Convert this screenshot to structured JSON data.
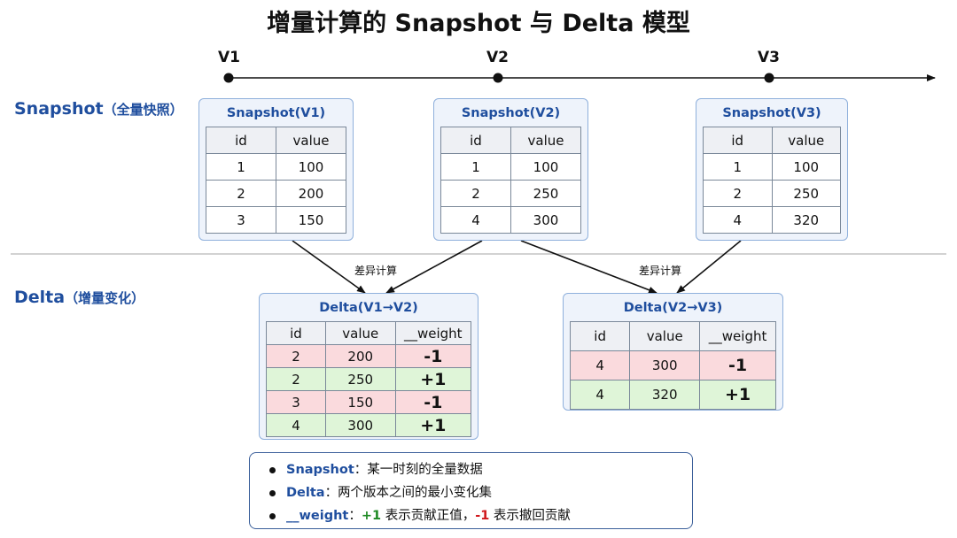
{
  "title": "增量计算的 Snapshot 与 Delta 模型",
  "timeline": [
    "V1",
    "V2",
    "V3"
  ],
  "sections": {
    "snapshot": {
      "name": "Snapshot",
      "sub": "（全量快照）"
    },
    "delta": {
      "name": "Delta",
      "sub": "（增量变化）"
    }
  },
  "diff_label": "差异计算",
  "snapshots": [
    {
      "title": "Snapshot(V1)",
      "headers": [
        "id",
        "value"
      ],
      "rows": [
        [
          "1",
          "100"
        ],
        [
          "2",
          "200"
        ],
        [
          "3",
          "150"
        ]
      ]
    },
    {
      "title": "Snapshot(V2)",
      "headers": [
        "id",
        "value"
      ],
      "rows": [
        [
          "1",
          "100"
        ],
        [
          "2",
          "250"
        ],
        [
          "4",
          "300"
        ]
      ]
    },
    {
      "title": "Snapshot(V3)",
      "headers": [
        "id",
        "value"
      ],
      "rows": [
        [
          "1",
          "100"
        ],
        [
          "2",
          "250"
        ],
        [
          "4",
          "320"
        ]
      ]
    }
  ],
  "deltas": [
    {
      "title": "Delta(V1→V2)",
      "headers": [
        "id",
        "value",
        "__weight"
      ],
      "rows": [
        [
          "2",
          "200",
          "-1"
        ],
        [
          "2",
          "250",
          "+1"
        ],
        [
          "3",
          "150",
          "-1"
        ],
        [
          "4",
          "300",
          "+1"
        ]
      ]
    },
    {
      "title": "Delta(V2→V3)",
      "headers": [
        "id",
        "value",
        "__weight"
      ],
      "rows": [
        [
          "4",
          "300",
          "-1"
        ],
        [
          "4",
          "320",
          "+1"
        ]
      ]
    }
  ],
  "notes": {
    "snapshot_term": "Snapshot",
    "snapshot_desc": "：某一时刻的全量数据",
    "delta_term": "Delta",
    "delta_desc": "：两个版本之间的最小变化集",
    "weight_term": "__weight",
    "weight_sep": "：",
    "plus": "+1",
    "plus_desc": " 表示贡献正值，",
    "minus": "-1",
    "minus_desc": " 表示撤回贡献"
  },
  "colors": {
    "accent_blue": "#1f4e9e",
    "card_bg": "#eef3fb",
    "card_border": "#8fb0dc",
    "neg_row": "#fadadd",
    "pos_row": "#dff5d8",
    "neg_text": "#d0181d",
    "pos_text": "#1f8a24"
  }
}
